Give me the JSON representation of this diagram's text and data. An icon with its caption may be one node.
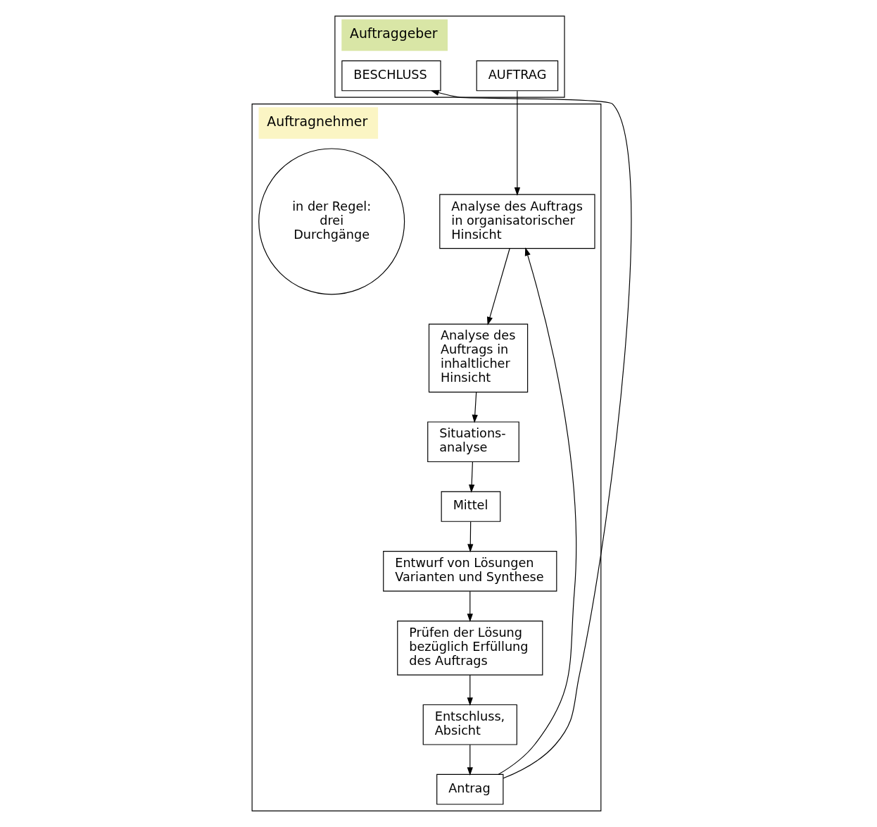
{
  "diagram": {
    "nodes": [
      {
        "text": [
          "Auftraggeber"
        ]
      },
      {
        "text": [
          "AUFTRAG"
        ],
        "in": 0
      },
      {
        "text": [
          "BESCHLUSS"
        ],
        "in": 0
      },
      {
        "text": [
          "Auftragnehmer"
        ]
      },
      {
        "text": [
          "Analyse des Auftrags in organisatorischer Hinsicht"
        ],
        "in": 3
      },
      {
        "text": [
          "Antrag"
        ],
        "in": 3
      },
      {
        "text": [
          "Analyse des Auftrags in inhaltlicher Hinsicht"
        ],
        "in": 3
      },
      {
        "text": [
          "in der Regel: drei Durchgänge"
        ],
        "in": 3
      },
      {
        "text": [
          "Entschluss, Absicht"
        ],
        "in": 3
      },
      {
        "text": [
          "Situations- analyse"
        ],
        "in": 3
      },
      {
        "text": [
          "Prüfen der Lösung bezüglich Erfüllung des Auftrags"
        ],
        "in": 3
      },
      {
        "text": [
          "Mittel"
        ],
        "in": 3
      },
      {
        "text": [
          "Entwurf von Lösungen Varianten und Synthese"
        ],
        "in": 3
      }
    ],
    "edges": [
      {
        "from": 1,
        "to": 4,
        "arrow": "to"
      },
      {
        "from": 5,
        "to": 4,
        "arrow": "to"
      },
      {
        "from": 4,
        "to": 6,
        "arrow": "to"
      },
      {
        "from": 6,
        "to": 9,
        "arrow": "to"
      },
      {
        "from": 9,
        "to": 11,
        "arrow": "to"
      },
      {
        "from": 11,
        "to": 12,
        "arrow": "to"
      },
      {
        "from": 12,
        "to": 10,
        "arrow": "to"
      },
      {
        "from": 10,
        "to": 8,
        "arrow": "to"
      },
      {
        "from": 8,
        "to": 5,
        "arrow": "to"
      },
      {
        "from": 5,
        "to": 2,
        "arrow": "to"
      }
    ]
  }
}
